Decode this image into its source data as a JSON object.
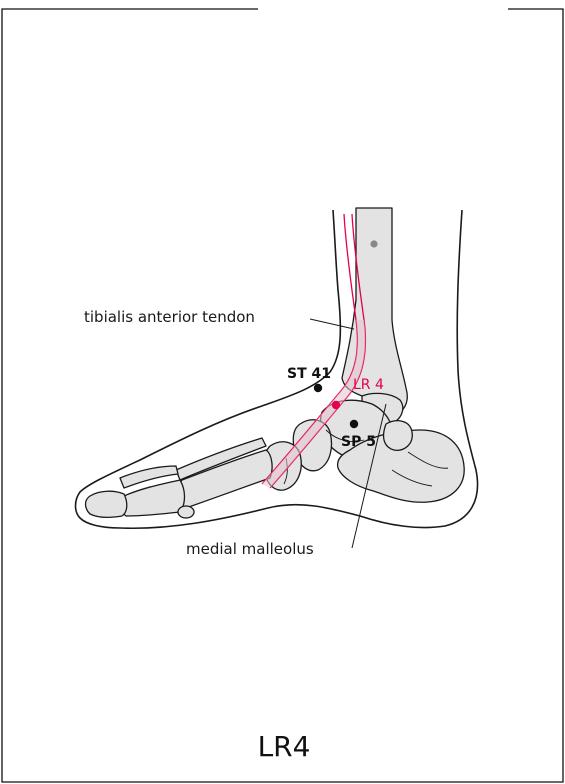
{
  "labels": {
    "tibialis": "tibialis anterior tendon",
    "malleolus": "medial malleolus"
  },
  "points": {
    "st41": "ST 41",
    "lr4": "LR 4",
    "sp5": "SP 5"
  },
  "caption": "LR4",
  "colors": {
    "highlight": "#e3004f",
    "bone_fill": "#e3e3e3",
    "outline": "#1a1a1a"
  }
}
